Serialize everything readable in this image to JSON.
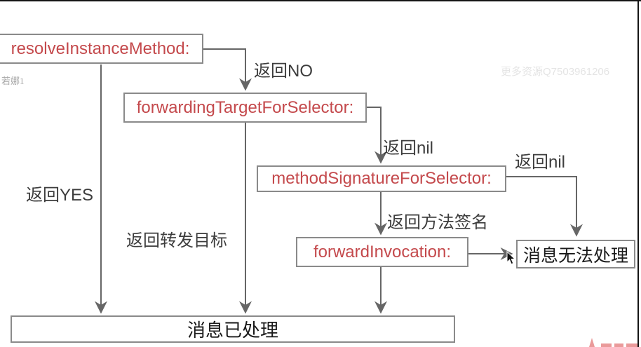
{
  "watermarks": {
    "left": "若娜1",
    "center": "更多资源Q7503961206"
  },
  "diagram": {
    "title_implied": "Objective-C message forwarding flow",
    "nodes": [
      {
        "id": "resolve-instance-method",
        "label": "resolveInstanceMethod:"
      },
      {
        "id": "forwarding-target-for-selector",
        "label": "forwardingTargetForSelector:"
      },
      {
        "id": "method-signature-for-selector",
        "label": "methodSignatureForSelector:"
      },
      {
        "id": "forward-invocation",
        "label": "forwardInvocation:"
      },
      {
        "id": "message-unhandled",
        "label": "消息无法处理"
      },
      {
        "id": "message-handled",
        "label": "消息已处理"
      }
    ],
    "edge_labels": [
      {
        "id": "return-no",
        "label": "返回NO"
      },
      {
        "id": "return-nil-1",
        "label": "返回nil"
      },
      {
        "id": "return-nil-2",
        "label": "返回nil"
      },
      {
        "id": "return-method-signature",
        "label": "返回方法签名"
      },
      {
        "id": "return-yes",
        "label": "返回YES"
      },
      {
        "id": "return-forward-target",
        "label": "返回转发目标"
      }
    ],
    "colors": {
      "node_text_red": "#c4494c",
      "node_text_dark": "#1a1a1a",
      "box_border": "#8a8a8a",
      "connector_line": "#666666",
      "edge_label_text": "#3d3d3d",
      "logo_red": "#ea9a9a"
    }
  }
}
